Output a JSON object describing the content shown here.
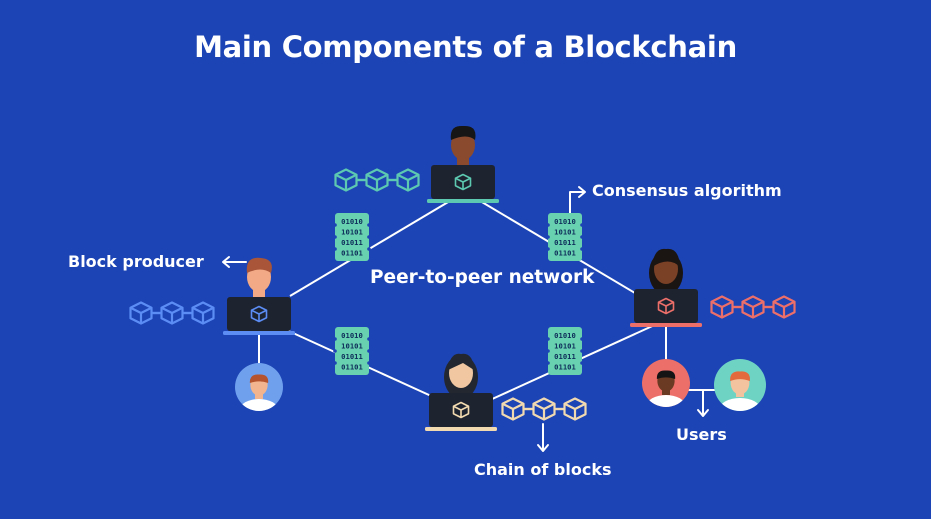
{
  "title": "Main Components of a Blockchain",
  "network_label": "Peer-to-peer network",
  "labels": {
    "consensus": "Consensus algorithm",
    "producer": "Block producer",
    "chain": "Chain of blocks",
    "users": "Users"
  },
  "data_packet_lines": [
    "01010",
    "10101",
    "01011",
    "01101"
  ],
  "colors": {
    "background": "#1c44b4",
    "teal_chain": "#5cc9b0",
    "blue_chain": "#5b8df5",
    "red_chain": "#ec6f6a",
    "beige_chain": "#f2dab0",
    "packet": "#68d1b0"
  }
}
